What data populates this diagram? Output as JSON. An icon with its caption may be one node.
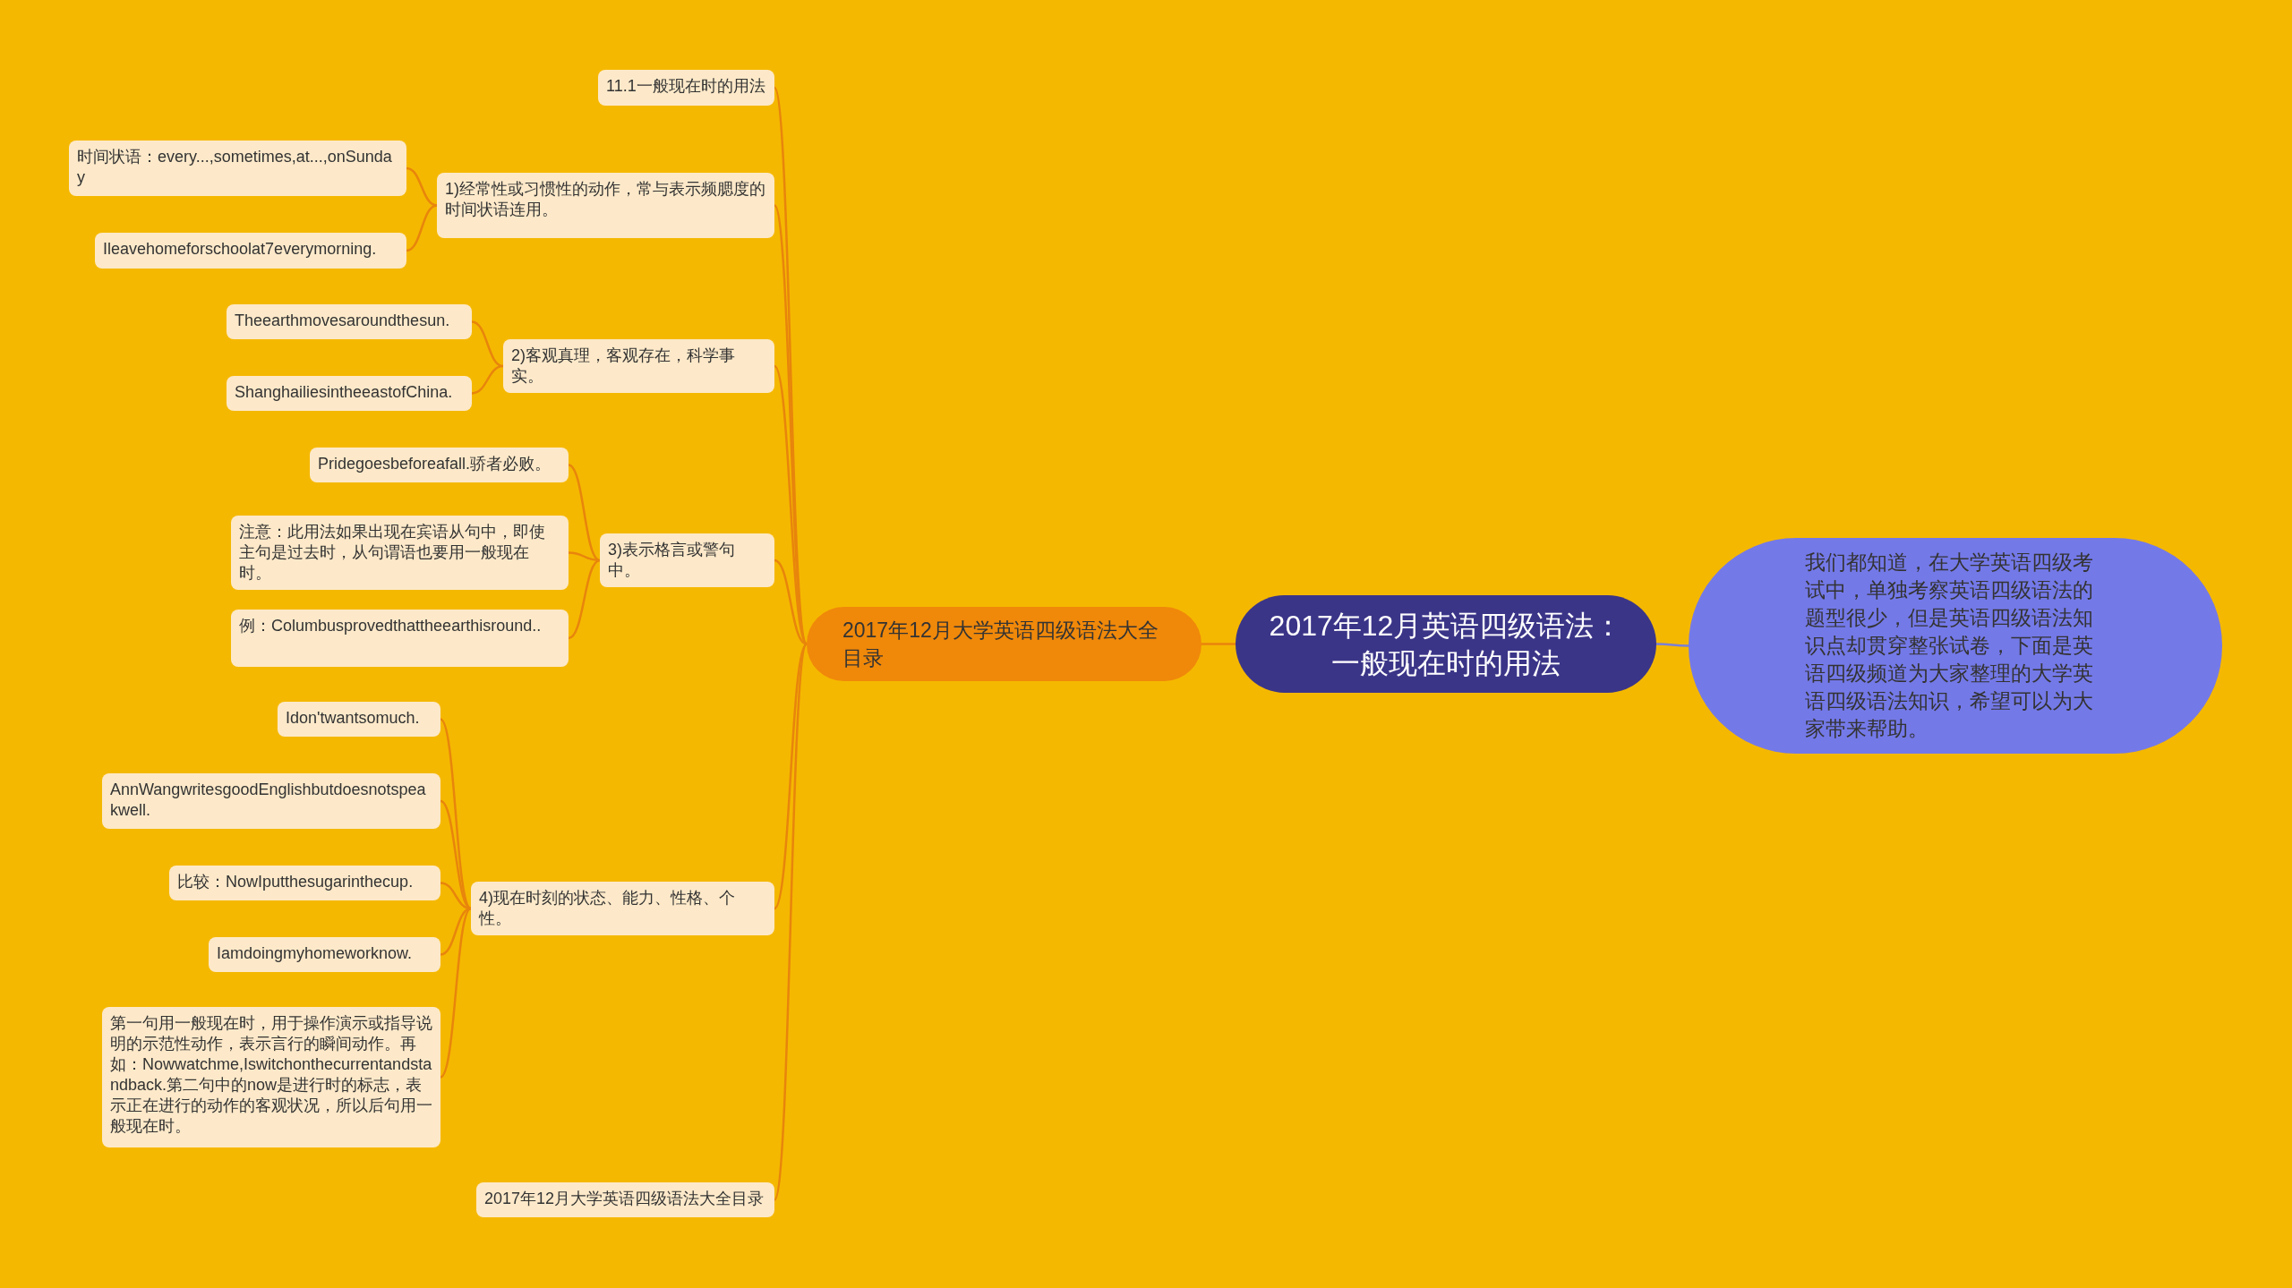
{
  "diagram": {
    "nodes": [
      {
        "text": [
          "2017年12月英语四级语法：一般现在时的用法"
        ]
      },
      {
        "text": [
          "我们都知道，在大学英语四级考试中，单独考察英语四级语法的题型很少，但是英语四级语法知识点却贯穿整张试卷，下面是英语四级频道为大家整理的大学英语四级语法知识，希望可以为大家带来帮助。"
        ]
      },
      {
        "text": [
          "2017年12月大学英语四级语法大全目录"
        ]
      },
      {
        "text": [
          "11.1一般现在时的用法"
        ]
      },
      {
        "text": [
          "1)经常性或习惯性的动作，常与表示频腮度的时间状语连用。"
        ]
      },
      {
        "text": [
          "时间状语：every...,sometimes,at...,onSunday"
        ]
      },
      {
        "text": [
          "Ileavehomeforschoolat7everymorning."
        ]
      },
      {
        "text": [
          "2)客观真理，客观存在，科学事实。"
        ]
      },
      {
        "text": [
          "Theearthmovesaroundthesun."
        ]
      },
      {
        "text": [
          "ShanghailiesintheeastofChina."
        ]
      },
      {
        "text": [
          "3)表示格言或警句中。"
        ]
      },
      {
        "text": [
          "Pridegoesbeforeafall.骄者必败。"
        ]
      },
      {
        "text": [
          "注意：此用法如果出现在宾语从句中，即使主句是过去时，从句谓语也要用一般现在时。"
        ]
      },
      {
        "text": [
          "例：Columbusprovedthattheearthisround.."
        ]
      },
      {
        "text": [
          "4)现在时刻的状态、能力、性格、个性。"
        ]
      },
      {
        "text": [
          "Idon'twantsomuch."
        ]
      },
      {
        "text": [
          "AnnWangwritesgoodEnglishbutdoesnotspeakwell."
        ]
      },
      {
        "text": [
          "比较：NowIputthesugarinthecup."
        ]
      },
      {
        "text": [
          "Iamdoingmyhomeworknow."
        ]
      },
      {
        "text": [
          "第一句用一般现在时，用于操作演示或指导说明的示范性动作，表示言行的瞬间动作。再如：Nowwatchme,Iswitchonthecurrentandstandback.第二句中的now是进行时的标志，表示正在进行的动作的客观状况，所以后句用一般现在时。"
        ]
      },
      {
        "text": [
          "2017年12月大学英语四级语法大全目录"
        ]
      }
    ],
    "edges": [
      {
        "from": 0,
        "to": 1,
        "arrow": "none",
        "color": "#7a7fd6"
      },
      {
        "from": 0,
        "to": 2,
        "arrow": "none"
      },
      {
        "from": 2,
        "to": 3,
        "arrow": "none"
      },
      {
        "from": 2,
        "to": 4,
        "arrow": "none"
      },
      {
        "from": 4,
        "to": 5,
        "arrow": "none"
      },
      {
        "from": 4,
        "to": 6,
        "arrow": "none"
      },
      {
        "from": 2,
        "to": 7,
        "arrow": "none"
      },
      {
        "from": 7,
        "to": 8,
        "arrow": "none"
      },
      {
        "from": 7,
        "to": 9,
        "arrow": "none"
      },
      {
        "from": 2,
        "to": 10,
        "arrow": "none"
      },
      {
        "from": 10,
        "to": 11,
        "arrow": "none"
      },
      {
        "from": 10,
        "to": 12,
        "arrow": "none"
      },
      {
        "from": 10,
        "to": 13,
        "arrow": "none"
      },
      {
        "from": 2,
        "to": 14,
        "arrow": "none"
      },
      {
        "from": 14,
        "to": 15,
        "arrow": "none"
      },
      {
        "from": 14,
        "to": 16,
        "arrow": "none"
      },
      {
        "from": 14,
        "to": 17,
        "arrow": "none"
      },
      {
        "from": 14,
        "to": 18,
        "arrow": "none"
      },
      {
        "from": 14,
        "to": 19,
        "arrow": "none"
      },
      {
        "from": 2,
        "to": 20,
        "arrow": "none"
      }
    ]
  }
}
